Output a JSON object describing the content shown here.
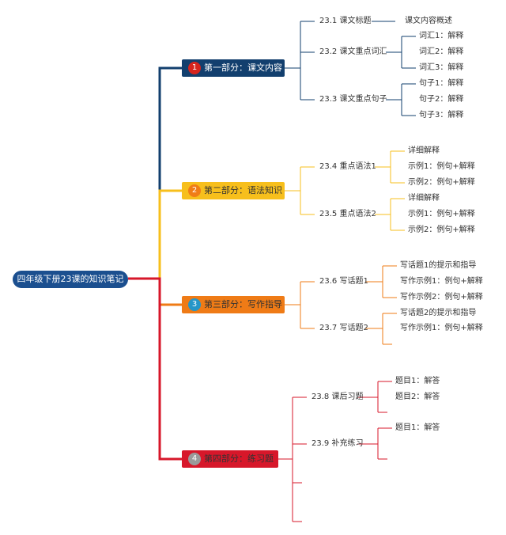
{
  "root": {
    "label": "四年级下册23课的知识笔记"
  },
  "sections": [
    {
      "num": "1",
      "label": "第一部分：课文内容",
      "color": "#123f6e",
      "text_color": "#ffffff",
      "badge_color": "#d6241e"
    },
    {
      "num": "2",
      "label": "第二部分：语法知识",
      "color": "#f7bf1c",
      "text_color": "#333333",
      "badge_color": "#f07d16"
    },
    {
      "num": "3",
      "label": "第三部分：写作指导",
      "color": "#ef7b16",
      "text_color": "#333333",
      "badge_color": "#2596c8"
    },
    {
      "num": "4",
      "label": "第四部分：练习题",
      "color": "#d7172a",
      "text_color": "#333333",
      "badge_color": "#9a9a9a"
    }
  ],
  "topics": {
    "t231": "23.1 课文标题",
    "t232": "23.2 课文重点词汇",
    "t233": "23.3 课文重点句子",
    "t234": "23.4 重点语法1",
    "t235": "23.5 重点语法2",
    "t236": "23.6 写话题1",
    "t237": "23.7 写话题2",
    "t238": "23.8 课后习题",
    "t239": "23.9 补充练习"
  },
  "leaves": {
    "l1": "课文内容概述",
    "l2": "词汇1：解释",
    "l3": "词汇2：解释",
    "l4": "词汇3：解释",
    "l5": "句子1：解释",
    "l6": "句子2：解释",
    "l7": "句子3：解释",
    "l8": "详细解释",
    "l9": "示例1：例句+解释",
    "l10": "示例2：例句+解释",
    "l11": "详细解释",
    "l12": "示例1：例句+解释",
    "l13": "示例2：例句+解释",
    "l14": "写话题1的提示和指导",
    "l15": "写作示例1：例句+解释",
    "l16": "写作示例2：例句+解释",
    "l17": "写话题2的提示和指导",
    "l18": "写作示例1：例句+解释",
    "l19": "题目1：解答",
    "l20": "题目2：解答",
    "l21": "题目1：解答"
  }
}
